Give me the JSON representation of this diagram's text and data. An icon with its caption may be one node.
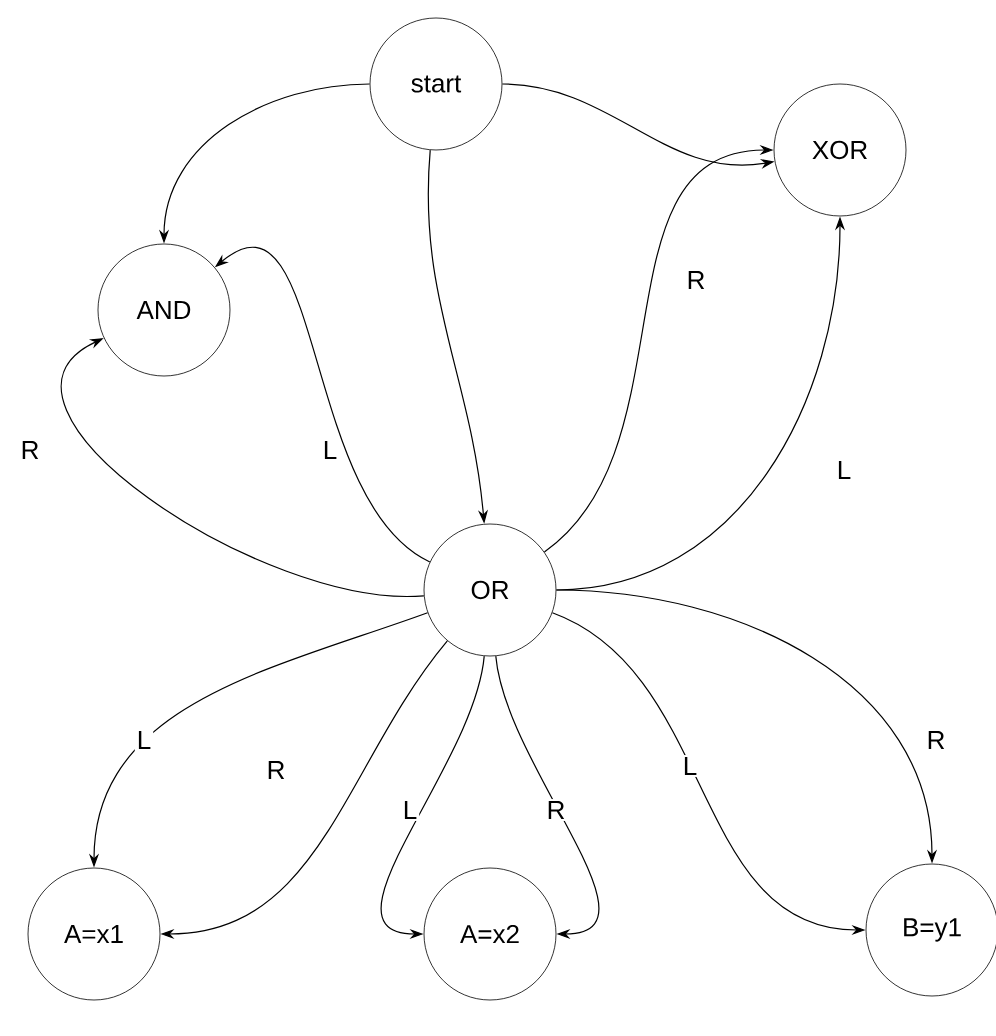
{
  "diagram": {
    "nodes": [
      {
        "text": [
          "start"
        ]
      },
      {
        "text": [
          "AND"
        ]
      },
      {
        "text": [
          "XOR"
        ]
      },
      {
        "text": [
          "OR"
        ]
      },
      {
        "text": [
          "A=x1"
        ]
      },
      {
        "text": [
          "A=x2"
        ]
      },
      {
        "text": [
          "B=y1"
        ]
      }
    ],
    "edges": [
      {
        "from": 0,
        "to": 1,
        "arrow": "to"
      },
      {
        "from": 0,
        "to": 2,
        "arrow": "to"
      },
      {
        "from": 0,
        "to": 3,
        "arrow": "to"
      },
      {
        "from": 3,
        "to": 1,
        "arrow": "to",
        "label": "R"
      },
      {
        "from": 3,
        "to": 1,
        "arrow": "to",
        "label": "L"
      },
      {
        "from": 3,
        "to": 2,
        "arrow": "to",
        "label": "R"
      },
      {
        "from": 3,
        "to": 2,
        "arrow": "to",
        "label": "L"
      },
      {
        "from": 3,
        "to": 4,
        "arrow": "to",
        "label": "L"
      },
      {
        "from": 3,
        "to": 4,
        "arrow": "to",
        "label": "R"
      },
      {
        "from": 3,
        "to": 5,
        "arrow": "to",
        "label": "L"
      },
      {
        "from": 3,
        "to": 5,
        "arrow": "to",
        "label": "R"
      },
      {
        "from": 3,
        "to": 6,
        "arrow": "to",
        "label": "L"
      },
      {
        "from": 3,
        "to": 6,
        "arrow": "to",
        "label": "R"
      }
    ]
  }
}
